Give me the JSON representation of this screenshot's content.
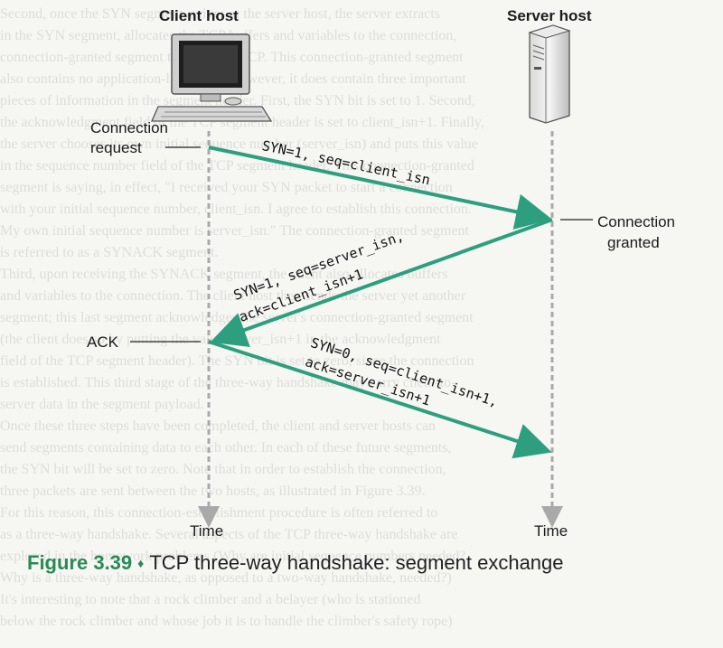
{
  "background_text": [
    "Second, once the SYN segment arrives at the server host, the server extracts",
    "in the SYN segment, allocates the TCP buffers and variables to the connection,",
    "connection-granted segment to the client TCP. This connection-granted segment",
    "also contains no application-layer data. However, it does contain three important",
    "pieces of information in the segment header. First, the SYN bit is set to 1. Second,",
    "the acknowledgment field of the TCP segment header is set to client_isn+1. Finally,",
    "the server chooses its own initial sequence number (server_isn) and puts this value",
    "in the sequence number field of the TCP segment header. This connection-granted",
    "segment is saying, in effect, \"I received your SYN packet to start a connection",
    "with your initial sequence number, client_isn. I agree to establish this connection.",
    "My own initial sequence number is server_isn.\" The connection-granted segment",
    "is referred to as a SYNACK segment.",
    "Third, upon receiving the SYNACK segment, the client also allocates buffers",
    "and variables to the connection. The client host then sends the server yet another",
    "segment; this last segment acknowledges the server's connection-granted segment",
    "(the client does so by putting the value server_isn+1 in the acknowledgment",
    "field of the TCP segment header). The SYN bit is set to zero, since the connection",
    "is established. This third stage of the three-way handshake may carry client-to-",
    "server data in the segment payload.",
    "Once these three steps have been completed, the client and server hosts can",
    "send segments containing data to each other. In each of these future segments,",
    "the SYN bit will be set to zero. Note that in order to establish the connection,",
    "three packets are sent between the two hosts, as illustrated in Figure 3.39.",
    "For this reason, this connection-establishment procedure is often referred to",
    "as a three-way handshake. Several aspects of the TCP three-way handshake are",
    "explored in the homework problems (Why are initial sequence numbers needed?",
    "Why is a three-way handshake, as opposed to a two-way handshake, needed?)",
    "It's interesting to note that a rock climber and a belayer (who is stationed",
    "below the rock climber and whose job it is to handle the climber's safety rope)"
  ],
  "hosts": {
    "client": "Client host",
    "server": "Server host"
  },
  "events": {
    "connection_request_1": "Connection",
    "connection_request_2": "request",
    "connection_granted_1": "Connection",
    "connection_granted_2": "granted",
    "ack": "ACK"
  },
  "segments": {
    "syn": "SYN=1, seq=client_isn",
    "synack_1": "SYN=1, seq=server_isn,",
    "synack_2": "ack=client_isn+1",
    "ack_1": "SYN=0, seq=client_isn+1,",
    "ack_2": "ack=server_isn+1"
  },
  "time_labels": {
    "client": "Time",
    "server": "Time"
  },
  "caption": {
    "figure_number": "Figure 3.39",
    "separator": "♦",
    "text": "TCP three-way handshake: segment exchange"
  },
  "colors": {
    "arrow": "#2e9f7e",
    "timeline": "#a9a9a9",
    "figure_number": "#2a8a58"
  }
}
